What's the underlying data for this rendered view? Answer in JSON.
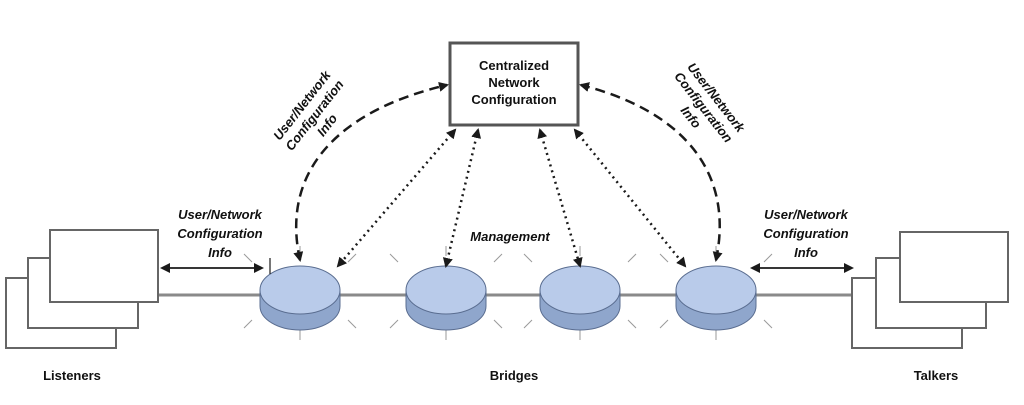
{
  "central_box": {
    "lines": [
      "Centralized",
      "Network",
      "Configuration"
    ]
  },
  "left_arc_label": {
    "lines": [
      "User/Network",
      "Configuration",
      "Info"
    ]
  },
  "right_arc_label": {
    "lines": [
      "User/Network",
      "Configuration",
      "Info"
    ]
  },
  "listeners_link_label": {
    "lines": [
      "User/Network",
      "Configuration",
      "Info"
    ]
  },
  "talkers_link_label": {
    "lines": [
      "User/Network",
      "Configuration",
      "Info"
    ]
  },
  "management_label": "Management",
  "group_labels": {
    "listeners": "Listeners",
    "bridges": "Bridges",
    "talkers": "Talkers"
  },
  "colors": {
    "bridge_top": "#b9cbea",
    "bridge_side": "#8fa6cc",
    "line": "#1a1a1a",
    "link_line": "#7a7a7a",
    "screen_fill": "#ffffff"
  }
}
